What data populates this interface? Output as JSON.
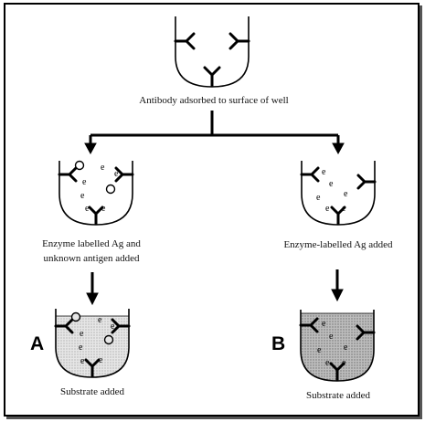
{
  "captions": {
    "top": "Antibody adsorbed to surface of well",
    "left_line1": "Enzyme labelled Ag and",
    "left_line2": "unknown antigen added",
    "right": "Enzyme-labelled Ag added",
    "bottom_left": "Substrate added",
    "bottom_right": "Substrate added"
  },
  "labels": {
    "a": "A",
    "b": "B",
    "enzyme": "e"
  },
  "colors": {
    "line": "#000000",
    "substrate_light": "#d9d9d9",
    "substrate_dark": "#a8a8a8"
  }
}
